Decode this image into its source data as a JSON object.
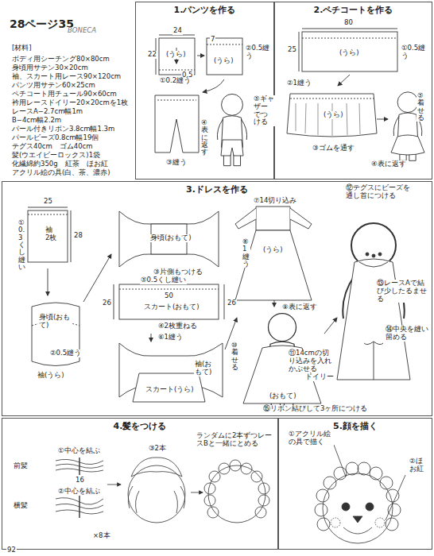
{
  "diagram": {
    "title": "28ページ35",
    "nodes": [
      {
        "text": [
          "1.パンツを作る"
        ]
      },
      {
        "text": [
          "2.ペチコートを作る"
        ]
      },
      {
        "text": [
          "3.ドレスを作る"
        ]
      },
      {
        "text": [
          "4.髪をつける"
        ]
      },
      {
        "text": [
          "5.顔を描く"
        ]
      }
    ],
    "labels": [
      "BONECA",
      "[材料]",
      "ボディ用シーチング80×80cm",
      "身頃用サテン30×20cm",
      "袖、スカート用レース90×120cm",
      "パンツ用サテン60×25cm",
      "ペチコート用チュール90×60cm",
      "衿用レースドイリー20×20cmを1枚",
      "レースA−2.7cm幅1m",
      "B−4cm幅2.2m",
      "パール付きリボン3.8cm幅1.3m",
      "パールビーズ0.8cm幅19個",
      "テグス40cm　ゴム40cm",
      "髪(ウエイビーロックス)1袋",
      "化繊綿約350g　紅茶　ほお紅",
      "アクリル絵の具(白、茶、濃赤)",
      "24",
      "22",
      "(うら)",
      "0.5",
      "①0.2縫う",
      "7",
      "(うら)",
      "②0.5縫う",
      "③縫う",
      "④表に返す",
      "⑤ギャザーでつける",
      "80",
      "25",
      "(うら)",
      "①0.5縫う",
      "②1縫う",
      "(うら)",
      "③ゴムを通す",
      "④表に返す",
      "⑤着せる",
      "25",
      "①0.3くし縫い",
      "袖 2枚",
      "28",
      "身頃(おもて)",
      "②0.5縫う",
      "袖(うら)",
      "身頃(おもて)",
      "③片側もつける",
      "⑤0.5くし縫い",
      "50",
      "26",
      "スカート(おもて)",
      "26",
      "④2枚重ねる",
      "⑥1縫う",
      "袖(おもて)",
      "スカート(うら)",
      "⑦14切り込み",
      "(うら)",
      "⑧1縫う",
      "⑨表に返す",
      "⑩着せる",
      "⑪14cmの切り込みを入れかぶせる",
      "ドイリー",
      "(おもて)",
      "⑫テグスにビーズを通し首につける",
      "⑬レースAで結び少したるませる",
      "⑭中央を縫い留める",
      "⑮リボン結びして3ヶ所につける",
      "前髪",
      "横髪",
      "①中心を結ぶ",
      "16",
      "②中心を結ぶ",
      "×8本",
      "③2本",
      "ランダムに2本ずつレースBと一緒にとめる",
      "①アクリル絵の具で描く",
      "②ほお紅",
      "92"
    ]
  }
}
